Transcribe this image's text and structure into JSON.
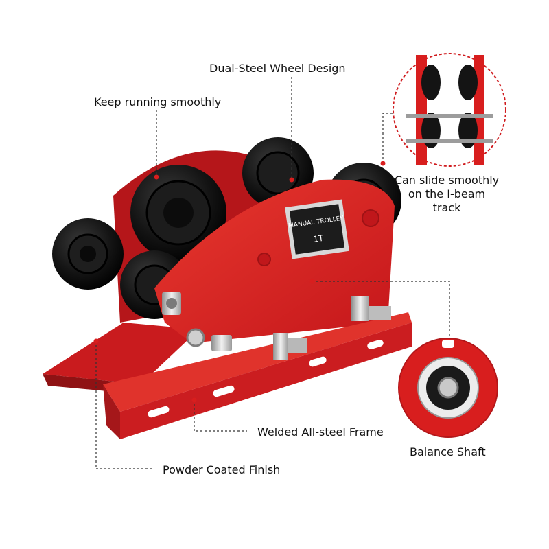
{
  "colors": {
    "frame_red": "#d81e1e",
    "frame_red_dark": "#a31515",
    "wheel_black": "#111111",
    "bolt_silver": "#c9c9c9",
    "leader_line": "#333333"
  },
  "plate": {
    "line1": "MANUAL TROLLEY",
    "line2": "1T"
  },
  "callouts": {
    "dual_steel_wheel": "Dual-Steel Wheel Design",
    "keep_running": "Keep running smoothly",
    "slide_line1": "Can slide smoothly",
    "slide_line2": "on the I-beam",
    "slide_line3": "track",
    "balance_shaft": "Balance Shaft",
    "welded_frame": "Welded All-steel Frame",
    "powder_coated": "Powder Coated Finish"
  }
}
